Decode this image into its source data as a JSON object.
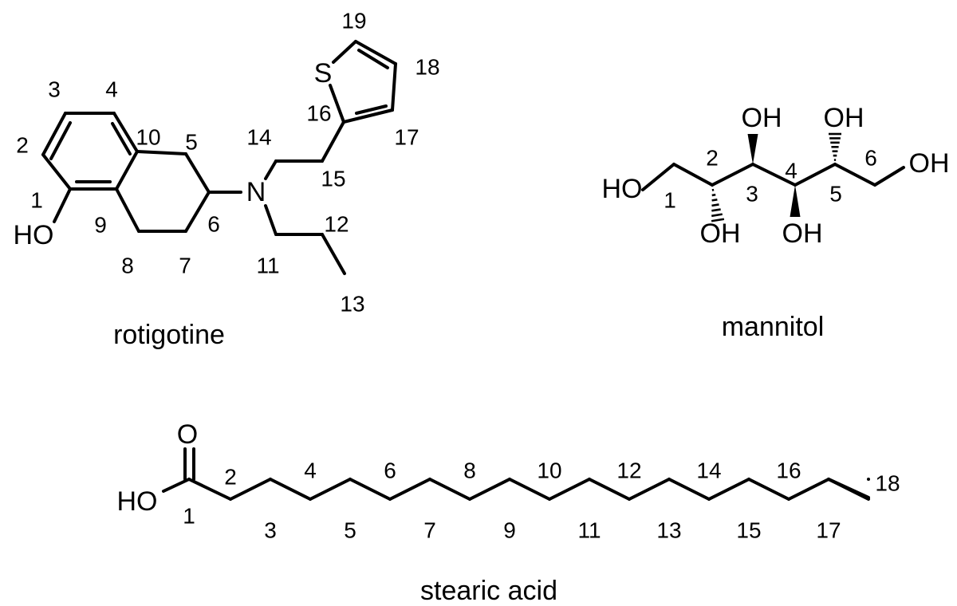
{
  "molecules": [
    {
      "name": "rotigotine",
      "atom_labels": [
        "S",
        "N",
        "HO"
      ],
      "numbers": [
        "1",
        "2",
        "3",
        "4",
        "5",
        "6",
        "7",
        "8",
        "9",
        "10",
        "11",
        "12",
        "13",
        "14",
        "15",
        "16",
        "17",
        "18",
        "19"
      ]
    },
    {
      "name": "mannitol",
      "atom_labels": [
        "HO",
        "OH",
        "OH",
        "OH",
        "OH",
        "OH"
      ],
      "numbers": [
        "1",
        "2",
        "3",
        "4",
        "5",
        "6"
      ]
    },
    {
      "name": "stearic acid",
      "atom_labels": [
        "O",
        "HO"
      ],
      "numbers": [
        "1",
        "2",
        "3",
        "4",
        "5",
        "6",
        "7",
        "8",
        "9",
        "10",
        "11",
        "12",
        "13",
        "14",
        "15",
        "16",
        "17",
        "18"
      ]
    }
  ]
}
